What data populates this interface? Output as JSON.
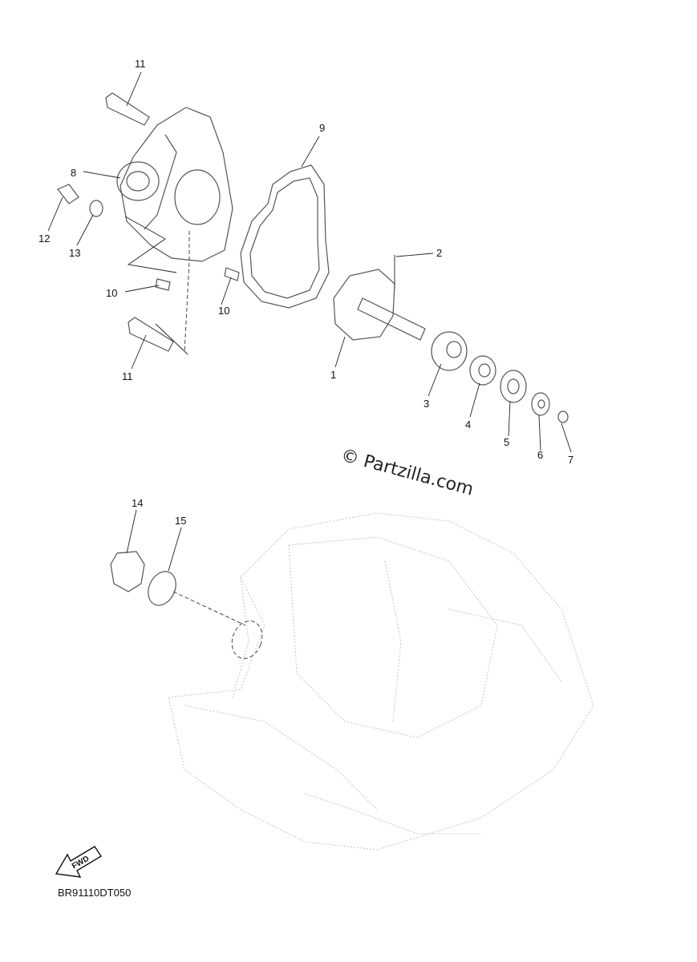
{
  "diagram": {
    "callouts": [
      {
        "label": "11",
        "part": "bolt-upper"
      },
      {
        "label": "9",
        "part": "gasket"
      },
      {
        "label": "8",
        "part": "impeller-housing"
      },
      {
        "label": "12",
        "part": "fitting"
      },
      {
        "label": "13",
        "part": "washer"
      },
      {
        "label": "2",
        "part": "shaft-pin"
      },
      {
        "label": "10",
        "part": "dowel-left"
      },
      {
        "label": "10",
        "part": "dowel-right"
      },
      {
        "label": "1",
        "part": "impeller-shaft"
      },
      {
        "label": "11",
        "part": "bolt-lower"
      },
      {
        "label": "3",
        "part": "seal"
      },
      {
        "label": "4",
        "part": "bearing"
      },
      {
        "label": "5",
        "part": "oil-seal"
      },
      {
        "label": "6",
        "part": "washer-small"
      },
      {
        "label": "7",
        "part": "circlip"
      },
      {
        "label": "14",
        "part": "plug"
      },
      {
        "label": "15",
        "part": "o-ring"
      }
    ],
    "watermark": "© Partzilla.com",
    "diagram_code": "BR91110DT050",
    "fwd_label": "FWD"
  }
}
